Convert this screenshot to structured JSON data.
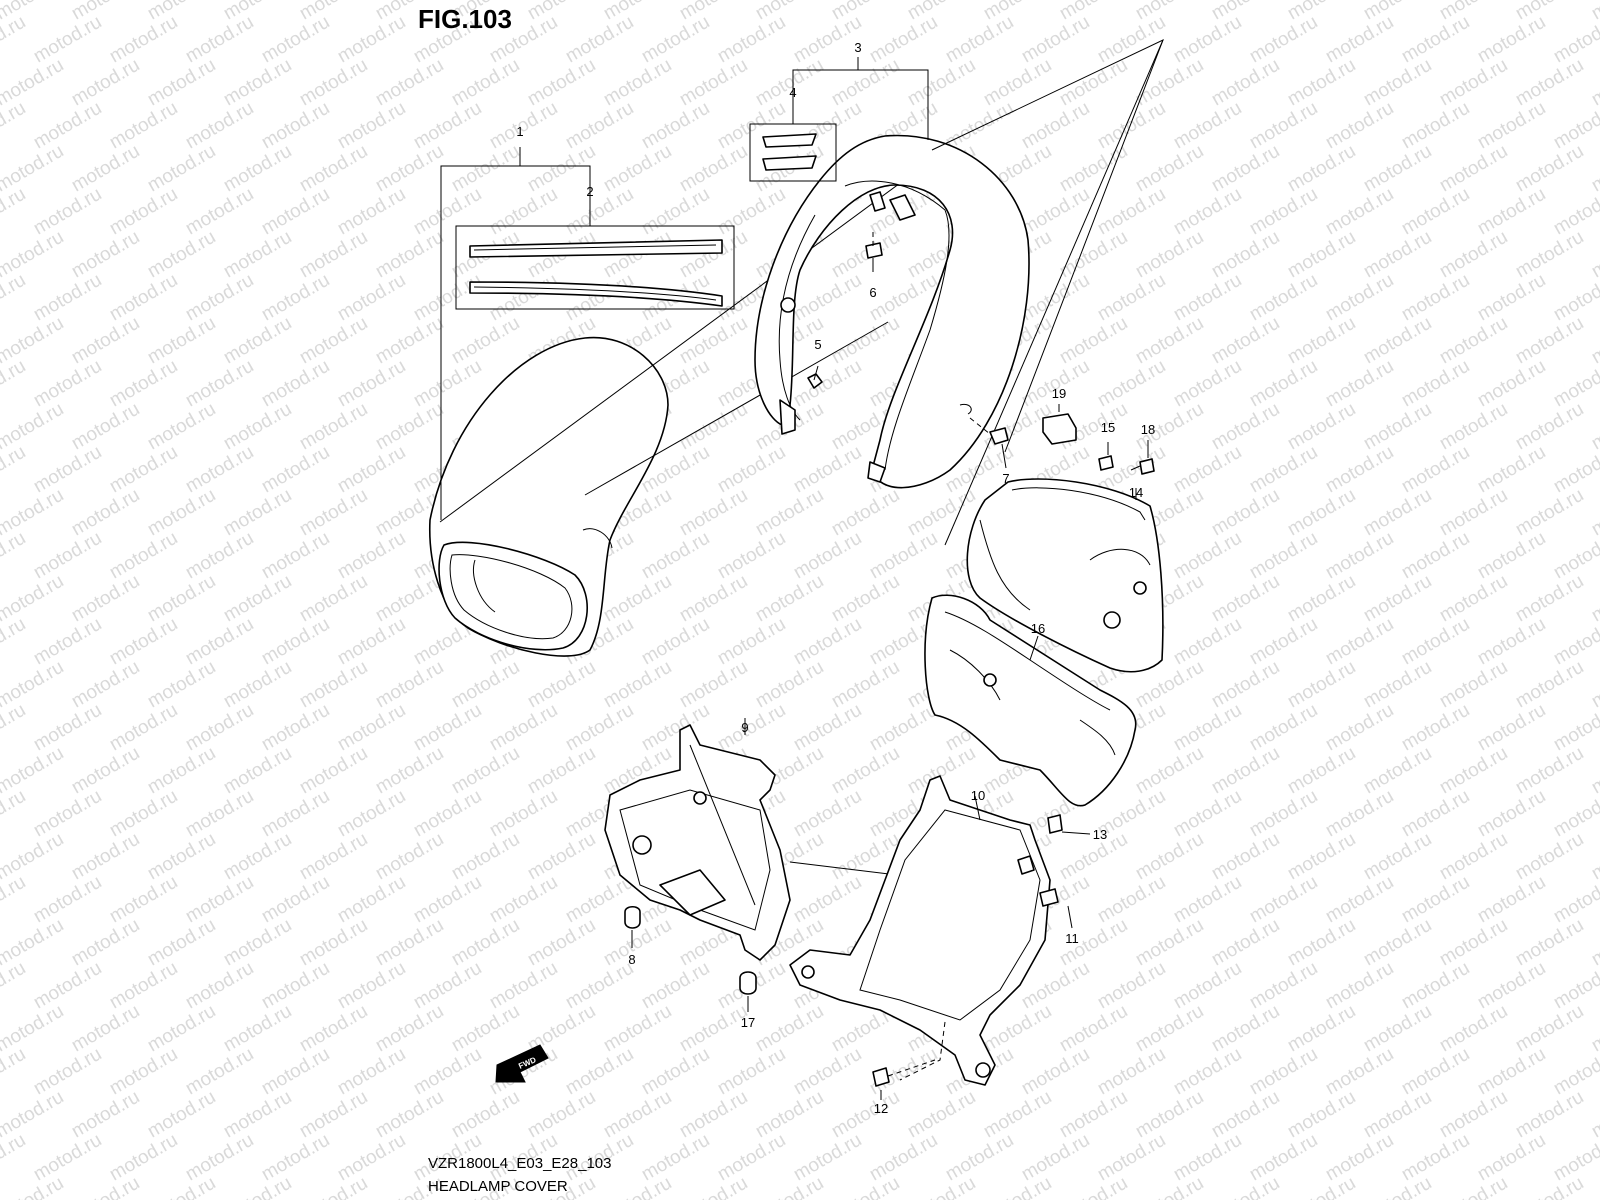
{
  "figure": {
    "title": "FIG.103",
    "code": "VZR1800L4_E03_E28_103",
    "name": "HEADLAMP COVER",
    "fwd_label": "FWD",
    "watermark": "motod.ru"
  },
  "callouts": [
    {
      "id": "c1",
      "label": "1",
      "part": "headlamp-cover-assembly"
    },
    {
      "id": "c2",
      "label": "2",
      "part": "trim-strip-set"
    },
    {
      "id": "c3",
      "label": "3",
      "part": "inner-cover-assembly"
    },
    {
      "id": "c4",
      "label": "4",
      "part": "inner-trim-set"
    },
    {
      "id": "c5",
      "label": "5",
      "part": "screw"
    },
    {
      "id": "c6",
      "label": "6",
      "part": "nut-clip"
    },
    {
      "id": "c7",
      "label": "7",
      "part": "bolt"
    },
    {
      "id": "c8",
      "label": "8",
      "part": "cushion"
    },
    {
      "id": "c9",
      "label": "9",
      "part": "brace-left"
    },
    {
      "id": "c10",
      "label": "10",
      "part": "brace-right"
    },
    {
      "id": "c11",
      "label": "11",
      "part": "bolt"
    },
    {
      "id": "c12",
      "label": "12",
      "part": "bolt"
    },
    {
      "id": "c13",
      "label": "13",
      "part": "grommet"
    },
    {
      "id": "c14",
      "label": "14",
      "part": "meter-panel-cover"
    },
    {
      "id": "c15",
      "label": "15",
      "part": "nut"
    },
    {
      "id": "c16",
      "label": "16",
      "part": "lower-cover"
    },
    {
      "id": "c17",
      "label": "17",
      "part": "cushion"
    },
    {
      "id": "c18",
      "label": "18",
      "part": "screw"
    },
    {
      "id": "c19",
      "label": "19",
      "part": "cushion"
    }
  ],
  "colors": {
    "ink": "#000000",
    "paper": "#ffffff",
    "watermark": "#d9d9d9"
  }
}
